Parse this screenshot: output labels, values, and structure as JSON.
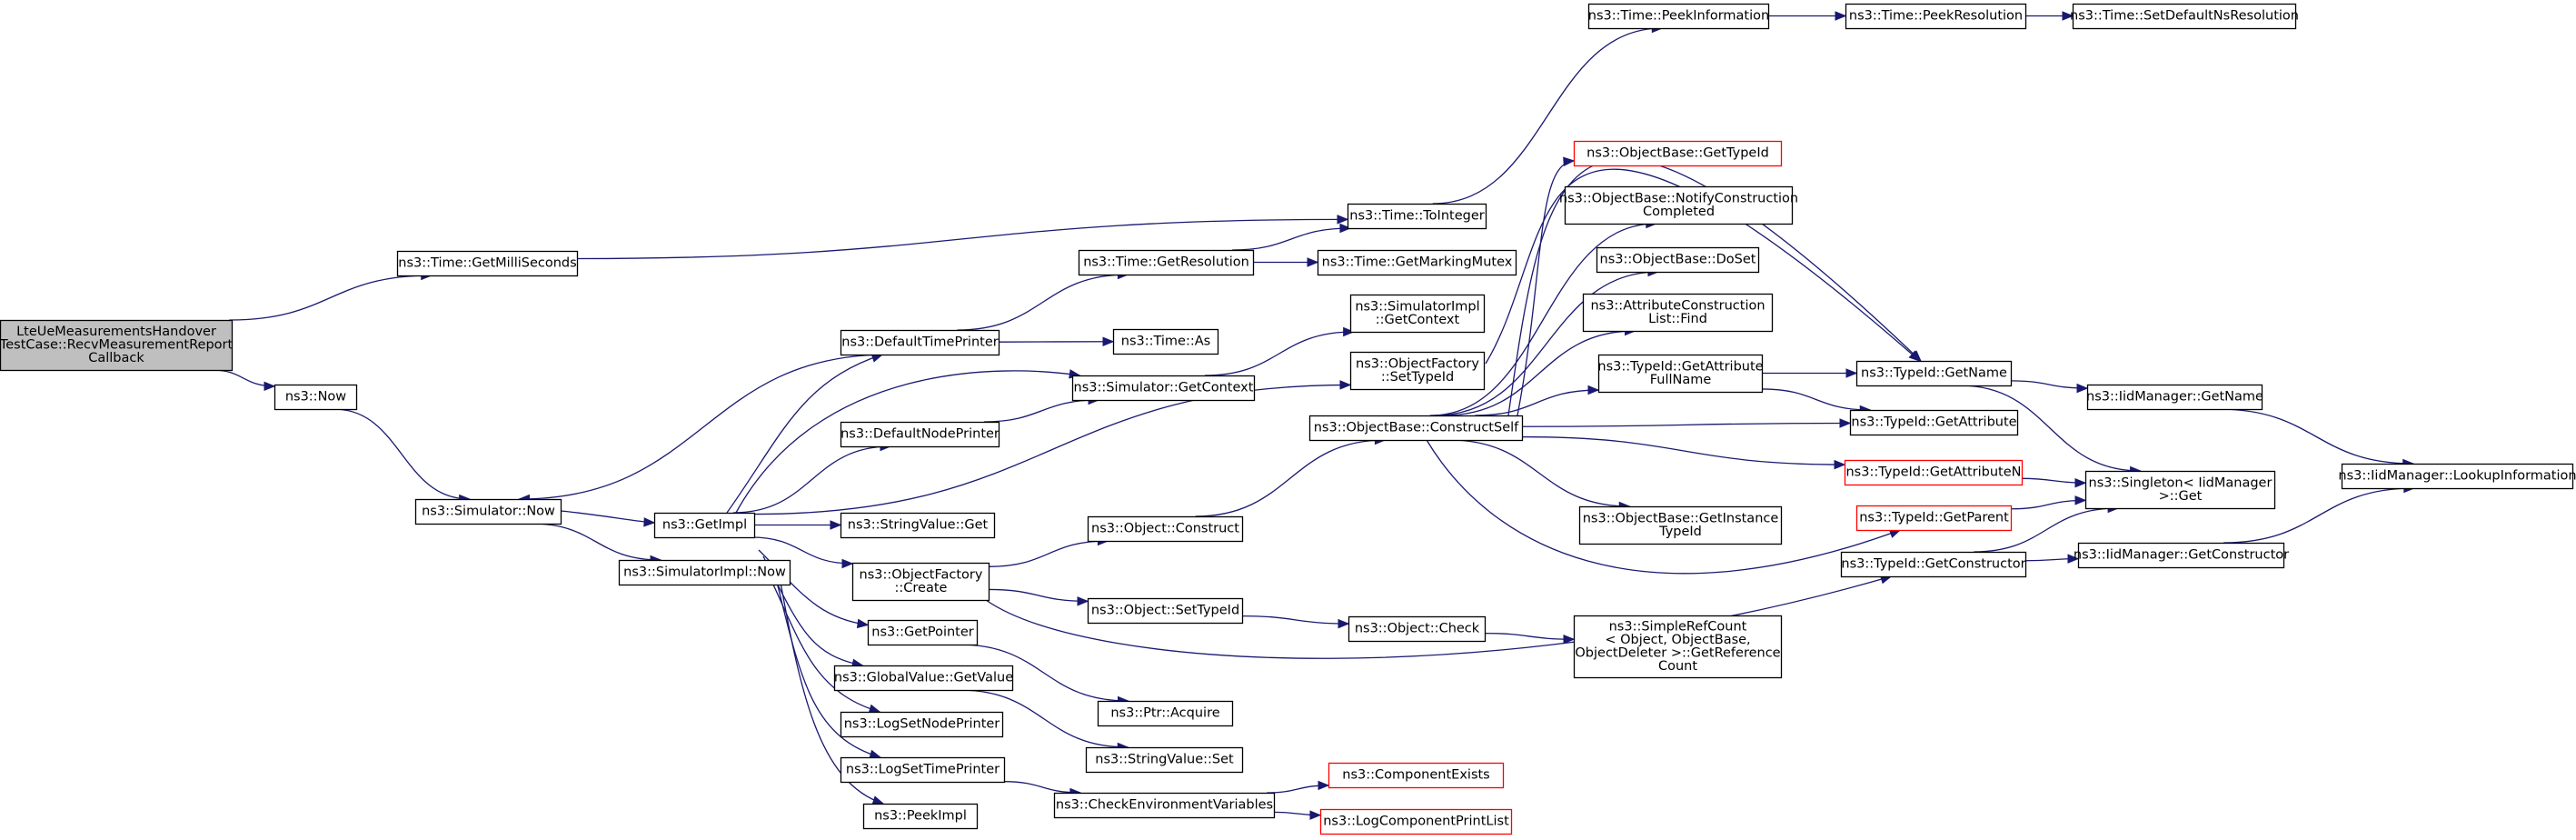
{
  "colors": {
    "edge": "#191970",
    "node_border": "#000000",
    "root_fill": "#bfbfbf",
    "truncated_border": "#ff0000",
    "background": "#ffffff"
  },
  "nodes": [
    {
      "id": "root",
      "lines": [
        "LteUeMeasurementsHandover",
        "TestCase::RecvMeasurementReport",
        "Callback"
      ],
      "root": true
    },
    {
      "id": "getmilli",
      "lines": [
        "ns3::Time::GetMilliSeconds"
      ]
    },
    {
      "id": "now",
      "lines": [
        "ns3::Now"
      ]
    },
    {
      "id": "simnow",
      "lines": [
        "ns3::Simulator::Now"
      ]
    },
    {
      "id": "getimpl",
      "lines": [
        "ns3::GetImpl"
      ]
    },
    {
      "id": "simimplnow",
      "lines": [
        "ns3::SimulatorImpl::Now"
      ]
    },
    {
      "id": "deftime",
      "lines": [
        "ns3::DefaultTimePrinter"
      ]
    },
    {
      "id": "defnode",
      "lines": [
        "ns3::DefaultNodePrinter"
      ]
    },
    {
      "id": "strget",
      "lines": [
        "ns3::StringValue::Get"
      ]
    },
    {
      "id": "ofcreate",
      "lines": [
        "ns3::ObjectFactory",
        "::Create"
      ]
    },
    {
      "id": "getpointer",
      "lines": [
        "ns3::GetPointer"
      ]
    },
    {
      "id": "gvgetvalue",
      "lines": [
        "ns3::GlobalValue::GetValue"
      ]
    },
    {
      "id": "logsetnode",
      "lines": [
        "ns3::LogSetNodePrinter"
      ]
    },
    {
      "id": "logsettime",
      "lines": [
        "ns3::LogSetTimePrinter"
      ]
    },
    {
      "id": "peekimpl",
      "lines": [
        "ns3::PeekImpl"
      ]
    },
    {
      "id": "timegetres",
      "lines": [
        "ns3::Time::GetResolution"
      ]
    },
    {
      "id": "timeas",
      "lines": [
        "ns3::Time::As"
      ]
    },
    {
      "id": "simgetctx",
      "lines": [
        "ns3::Simulator::GetContext"
      ]
    },
    {
      "id": "objconstruct",
      "lines": [
        "ns3::Object::Construct"
      ]
    },
    {
      "id": "objsettypeid",
      "lines": [
        "ns3::Object::SetTypeId"
      ]
    },
    {
      "id": "ptracquire",
      "lines": [
        "ns3::Ptr::Acquire"
      ]
    },
    {
      "id": "strset",
      "lines": [
        "ns3::StringValue::Set"
      ]
    },
    {
      "id": "checkenv",
      "lines": [
        "ns3::CheckEnvironmentVariables"
      ]
    },
    {
      "id": "timetoint",
      "lines": [
        "ns3::Time::ToInteger"
      ]
    },
    {
      "id": "timegetmutex",
      "lines": [
        "ns3::Time::GetMarkingMutex"
      ]
    },
    {
      "id": "simimplgetctx",
      "lines": [
        "ns3::SimulatorImpl",
        "::GetContext"
      ]
    },
    {
      "id": "ofsettypeid",
      "lines": [
        "ns3::ObjectFactory",
        "::SetTypeId"
      ]
    },
    {
      "id": "obconstructself",
      "lines": [
        "ns3::ObjectBase::ConstructSelf"
      ]
    },
    {
      "id": "objcheck",
      "lines": [
        "ns3::Object::Check"
      ]
    },
    {
      "id": "compexists",
      "lines": [
        "ns3::ComponentExists"
      ],
      "truncated": true
    },
    {
      "id": "logcompprint",
      "lines": [
        "ns3::LogComponentPrintList"
      ],
      "truncated": true
    },
    {
      "id": "peekinfo",
      "lines": [
        "ns3::Time::PeekInformation"
      ]
    },
    {
      "id": "obgettypeid",
      "lines": [
        "ns3::ObjectBase::GetTypeId"
      ],
      "truncated": true
    },
    {
      "id": "obnotify",
      "lines": [
        "ns3::ObjectBase::NotifyConstruction",
        "Completed"
      ]
    },
    {
      "id": "obdoset",
      "lines": [
        "ns3::ObjectBase::DoSet"
      ]
    },
    {
      "id": "attrfind",
      "lines": [
        "ns3::AttributeConstruction",
        "List::Find"
      ]
    },
    {
      "id": "tidgetattrfull",
      "lines": [
        "ns3::TypeId::GetAttribute",
        "FullName"
      ]
    },
    {
      "id": "obgetinst",
      "lines": [
        "ns3::ObjectBase::GetInstance",
        "TypeId"
      ]
    },
    {
      "id": "simplerefcount",
      "lines": [
        "ns3::SimpleRefCount",
        "< Object, ObjectBase,",
        "ObjectDeleter >::GetReference",
        "Count"
      ]
    },
    {
      "id": "peekres",
      "lines": [
        "ns3::Time::PeekResolution"
      ]
    },
    {
      "id": "tidgetname",
      "lines": [
        "ns3::TypeId::GetName"
      ]
    },
    {
      "id": "tidgetattr",
      "lines": [
        "ns3::TypeId::GetAttribute"
      ]
    },
    {
      "id": "tidgetattrn",
      "lines": [
        "ns3::TypeId::GetAttributeN"
      ],
      "truncated": true
    },
    {
      "id": "tidgetparent",
      "lines": [
        "ns3::TypeId::GetParent"
      ],
      "truncated": true
    },
    {
      "id": "tidgetctor",
      "lines": [
        "ns3::TypeId::GetConstructor"
      ]
    },
    {
      "id": "setdefns",
      "lines": [
        "ns3::Time::SetDefaultNsResolution"
      ]
    },
    {
      "id": "iidgetname",
      "lines": [
        "ns3::IidManager::GetName"
      ]
    },
    {
      "id": "singletonget",
      "lines": [
        "ns3::Singleton< IidManager",
        " >::Get"
      ]
    },
    {
      "id": "iidgetctor",
      "lines": [
        "ns3::IidManager::GetConstructor"
      ]
    },
    {
      "id": "iidlookup",
      "lines": [
        "ns3::IidManager::LookupInformation"
      ]
    }
  ],
  "edges": [
    [
      "root",
      "getmilli"
    ],
    [
      "root",
      "now"
    ],
    [
      "getmilli",
      "timetoint"
    ],
    [
      "now",
      "simnow"
    ],
    [
      "simnow",
      "getimpl"
    ],
    [
      "simnow",
      "simimplnow"
    ],
    [
      "getimpl",
      "deftime"
    ],
    [
      "getimpl",
      "defnode"
    ],
    [
      "getimpl",
      "strget"
    ],
    [
      "getimpl",
      "ofcreate"
    ],
    [
      "getimpl",
      "getpointer"
    ],
    [
      "getimpl",
      "gvgetvalue"
    ],
    [
      "getimpl",
      "logsetnode"
    ],
    [
      "getimpl",
      "logsettime"
    ],
    [
      "getimpl",
      "peekimpl"
    ],
    [
      "getimpl",
      "simgetctx"
    ],
    [
      "getimpl",
      "ofsettypeid"
    ],
    [
      "deftime",
      "simnow"
    ],
    [
      "deftime",
      "timegetres"
    ],
    [
      "deftime",
      "timeas"
    ],
    [
      "defnode",
      "simgetctx"
    ],
    [
      "simgetctx",
      "simimplgetctx"
    ],
    [
      "ofcreate",
      "objconstruct"
    ],
    [
      "ofcreate",
      "objsettypeid"
    ],
    [
      "ofcreate",
      "tidgetctor"
    ],
    [
      "getpointer",
      "ptracquire"
    ],
    [
      "gvgetvalue",
      "strset"
    ],
    [
      "logsettime",
      "checkenv"
    ],
    [
      "checkenv",
      "compexists"
    ],
    [
      "checkenv",
      "logcompprint"
    ],
    [
      "timegetres",
      "timetoint"
    ],
    [
      "timegetres",
      "timegetmutex"
    ],
    [
      "timetoint",
      "peekinfo"
    ],
    [
      "peekinfo",
      "peekres"
    ],
    [
      "peekres",
      "setdefns"
    ],
    [
      "objconstruct",
      "obconstructself"
    ],
    [
      "objsettypeid",
      "objcheck"
    ],
    [
      "objcheck",
      "simplerefcount"
    ],
    [
      "ofsettypeid",
      "tidgetname"
    ],
    [
      "obconstructself",
      "obgettypeid"
    ],
    [
      "obconstructself",
      "obnotify"
    ],
    [
      "obconstructself",
      "obdoset"
    ],
    [
      "obconstructself",
      "attrfind"
    ],
    [
      "obconstructself",
      "tidgetattrfull"
    ],
    [
      "obconstructself",
      "obgetinst"
    ],
    [
      "obconstructself",
      "tidgetname"
    ],
    [
      "obconstructself",
      "tidgetattr"
    ],
    [
      "obconstructself",
      "tidgetattrn"
    ],
    [
      "obconstructself",
      "tidgetparent"
    ],
    [
      "tidgetattrfull",
      "tidgetname"
    ],
    [
      "tidgetattrfull",
      "tidgetattr"
    ],
    [
      "tidgetname",
      "iidgetname"
    ],
    [
      "tidgetname",
      "singletonget"
    ],
    [
      "iidgetname",
      "iidlookup"
    ],
    [
      "tidgetattrn",
      "singletonget"
    ],
    [
      "tidgetparent",
      "singletonget"
    ],
    [
      "tidgetctor",
      "singletonget"
    ],
    [
      "tidgetctor",
      "iidgetctor"
    ],
    [
      "iidgetctor",
      "iidlookup"
    ]
  ]
}
